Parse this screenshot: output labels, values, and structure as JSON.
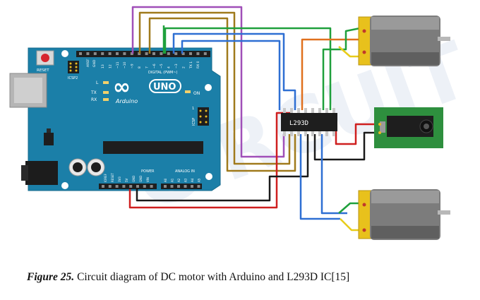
{
  "caption": {
    "figure_label": "Figure 25.",
    "text": "Circuit diagram of DC motor with Arduino and L293D IC[15]"
  },
  "board": {
    "reset_label": "RESET",
    "icsp2_label": "ICSP2",
    "aref_label": "AREF",
    "gnd_label": "GND",
    "top_pins": [
      "13",
      "12",
      "~11",
      "~10",
      "~9",
      "8",
      "7",
      "~6",
      "~5",
      "4",
      "~3",
      "2",
      "TX 1",
      "RX 0"
    ],
    "digital_label": "DIGITAL (PWM~)",
    "led_l": "L",
    "led_tx": "TX",
    "led_rx": "RX",
    "logo_symbol": "∞",
    "uno_label": "UNO",
    "arduino_label": "Arduino",
    "on_label": "ON",
    "icsp_label": "ICSP",
    "icsp_pin1": "1",
    "power_label": "POWER",
    "power_pins": [
      "IOREF",
      "RESET",
      "3V3",
      "5V",
      "GND",
      "GND",
      "VIN"
    ],
    "analog_label": "ANALOG IN",
    "analog_pins": [
      "A0",
      "A1",
      "A2",
      "A3",
      "A4",
      "A5"
    ]
  },
  "ic": {
    "label": "L293D"
  },
  "watermark": {
    "text": "CIRCUIT"
  },
  "colors": {
    "board": "#1b7fa8",
    "wire_purple": "#a04fb8",
    "wire_brown": "#a07a1c",
    "wire_green": "#1fa03c",
    "wire_orange": "#e0701e",
    "wire_blue": "#2e6fd3",
    "wire_red": "#cf1f1f",
    "wire_black": "#1a1a1a",
    "wire_yellow": "#e8cc1a"
  }
}
